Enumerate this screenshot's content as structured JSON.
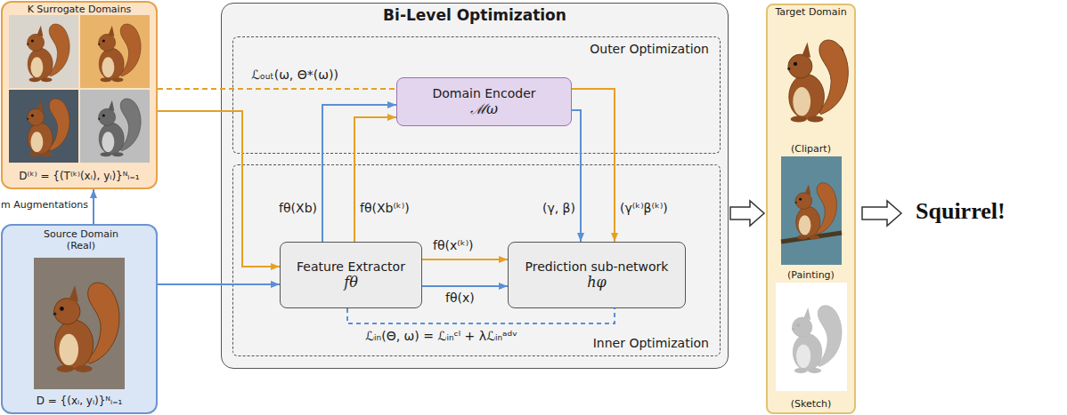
{
  "diagram": {
    "nodes": [
      {
        "text": [
          "K Surrogate Domains",
          "D⁽ᵏ⁾ = {(T⁽ᵏ⁾(xᵢ), yᵢ)}ᴺᵢ₌₁"
        ]
      },
      {
        "text": [
          "Source Domain (Real)",
          "D = {(xᵢ, yᵢ)}ᴺᵢ₌₁"
        ]
      },
      {
        "text": [
          "Bi-Level Optimization"
        ]
      },
      {
        "text": [
          "Outer Optimization"
        ],
        "in": 2
      },
      {
        "text": [
          "Domain Encoder",
          "ℳω"
        ],
        "in": 3
      },
      {
        "text": [
          "Inner Optimization"
        ],
        "in": 2
      },
      {
        "text": [
          "Feature Extractor",
          "fθ"
        ],
        "in": 5
      },
      {
        "text": [
          "Prediction sub-network",
          "hφ"
        ],
        "in": 5
      },
      {
        "text": [
          "Target Domain",
          "(Clipart)",
          "(Painting)",
          "(Sketch)"
        ]
      }
    ],
    "edges": [
      {
        "from": 1,
        "to": 0,
        "arrow": "to",
        "label": "m Augmentations"
      },
      {
        "from": 0,
        "to": 6,
        "arrow": "to"
      },
      {
        "from": 1,
        "to": 6,
        "arrow": "to"
      },
      {
        "from": 6,
        "to": 4,
        "arrow": "to",
        "label": "fθ(Xb)"
      },
      {
        "from": 6,
        "to": 4,
        "arrow": "to",
        "label": "fθ(Xb⁽ᵏ⁾)"
      },
      {
        "from": 6,
        "to": 7,
        "arrow": "to",
        "label": "fθ(x⁽ᵏ⁾)"
      },
      {
        "from": 6,
        "to": 7,
        "arrow": "to",
        "label": "fθ(x)"
      },
      {
        "from": 4,
        "to": 7,
        "arrow": "to",
        "label": "(γ, β)"
      },
      {
        "from": 4,
        "to": 7,
        "arrow": "to",
        "label": "(γ⁽ᵏ⁾β⁽ᵏ⁾)"
      },
      {
        "from": 0,
        "to": 4,
        "arrow": "none",
        "label": "ℒₒᵤₜ(ω, Θ*(ω))"
      },
      {
        "from": 6,
        "to": 7,
        "arrow": "none",
        "label": "ℒᵢₙ(Θ, ω) = ℒᵢₙᶜˡ + λℒᵢₙᵃᵈᵛ"
      },
      {
        "from": 2,
        "to": 8,
        "arrow": "to"
      }
    ],
    "labels": [
      "Squirrel!"
    ]
  }
}
